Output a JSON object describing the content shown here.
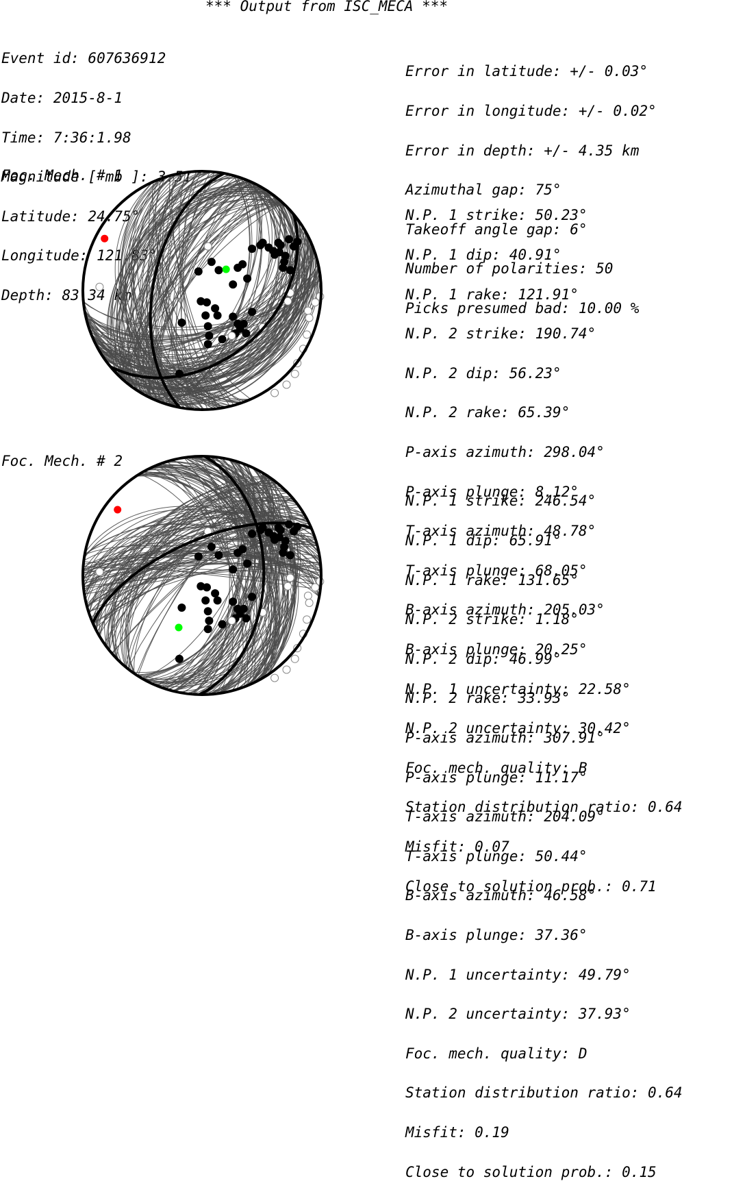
{
  "title": "*** Output from ISC_MECA ***",
  "event_left": [
    "Event id: 607636912",
    "Date: 2015-8-1",
    "Time: 7:36:1.98",
    "Magnitude [ mb ]: 3.51",
    "Latitude: 24.75°",
    "Longitude: 121.83°",
    "Depth: 83.34 km"
  ],
  "event_right": [
    "Error in latitude: +/- 0.03°",
    "Error in longitude: +/- 0.02°",
    "Error in depth: +/- 4.35 km",
    "Azimuthal gap: 75°",
    "Takeoff angle gap: 6°",
    "Number of polarities: 50",
    "Picks presumed bad: 10.00 %"
  ],
  "colors": {
    "fault_lines": "#4a4a4a",
    "outline": "#000000",
    "compression": "#000000",
    "dilatation": "#ffffff",
    "p_axis_marker": "#ff0000",
    "t_axis_marker": "#00ff00"
  },
  "mechanisms": [
    {
      "label": "Foc. Mech. # 1",
      "np1": {
        "strike": 50.23,
        "dip": 40.91
      },
      "np2": {
        "strike": 190.74,
        "dip": 56.23
      },
      "p_axis": {
        "azimuth": 298.04,
        "plunge": 8.12
      },
      "t_axis": {
        "azimuth": 48.78,
        "plunge": 68.05
      },
      "params": [
        "N.P. 1 strike: 50.23°",
        "N.P. 1 dip: 40.91°",
        "N.P. 1 rake: 121.91°",
        "N.P. 2 strike: 190.74°",
        "N.P. 2 dip: 56.23°",
        "N.P. 2 rake: 65.39°",
        "P-axis azimuth: 298.04°",
        "P-axis plunge: 8.12°",
        "T-axis azimuth: 48.78°",
        "T-axis plunge: 68.05°",
        "B-axis azimuth: 205.03°",
        "B-axis plunge: 20.25°",
        "N.P. 1 uncertainty: 22.58°",
        "N.P. 2 uncertainty: 30.42°",
        "Foc. mech. quality: B",
        "Station distribution ratio: 0.64",
        "Misfit: 0.07",
        "Close to solution prob.: 0.71"
      ]
    },
    {
      "label": "Foc. Mech. # 2",
      "np1": {
        "strike": 246.54,
        "dip": 65.91
      },
      "np2": {
        "strike": 1.18,
        "dip": 46.99
      },
      "p_axis": {
        "azimuth": 307.91,
        "plunge": 11.17
      },
      "t_axis": {
        "azimuth": 204.09,
        "plunge": 50.44
      },
      "params": [
        "N.P. 1 strike: 246.54°",
        "N.P. 1 dip: 65.91°",
        "N.P. 1 rake: 131.65°",
        "N.P. 2 strike: 1.18°",
        "N.P. 2 dip: 46.99°",
        "N.P. 2 rake: 33.93°",
        "P-axis azimuth: 307.91°",
        "P-axis plunge: 11.17°",
        "T-axis azimuth: 204.09°",
        "T-axis plunge: 50.44°",
        "B-axis azimuth: 46.58°",
        "B-axis plunge: 37.36°",
        "N.P. 1 uncertainty: 49.79°",
        "N.P. 2 uncertainty: 37.93°",
        "Foc. mech. quality: D",
        "Station distribution ratio: 0.64",
        "Misfit: 0.19",
        "Close to solution prob.: 0.15"
      ]
    }
  ],
  "stations": {
    "compressions": [
      [
        -0.03,
        0.16
      ],
      [
        0.08,
        0.24
      ],
      [
        0.14,
        0.17
      ],
      [
        0.26,
        0.05
      ],
      [
        0.3,
        0.19
      ],
      [
        0.34,
        0.22
      ],
      [
        0.38,
        0.1
      ],
      [
        0.42,
        0.35
      ],
      [
        0.49,
        0.38
      ],
      [
        0.51,
        0.4
      ],
      [
        0.56,
        0.36
      ],
      [
        0.6,
        0.33
      ],
      [
        0.66,
        0.38
      ],
      [
        0.65,
        0.32
      ],
      [
        0.64,
        0.4
      ],
      [
        0.61,
        0.3
      ],
      [
        0.69,
        0.24
      ],
      [
        0.77,
        0.37
      ],
      [
        0.8,
        0.41
      ],
      [
        0.74,
        0.17
      ],
      [
        0.7,
        0.29
      ],
      [
        0.73,
        0.43
      ],
      [
        0.68,
        0.19
      ],
      [
        -0.01,
        -0.09
      ],
      [
        0.04,
        -0.1
      ],
      [
        0.03,
        -0.21
      ],
      [
        0.26,
        -0.22
      ],
      [
        0.13,
        -0.21
      ],
      [
        0.3,
        -0.28
      ],
      [
        0.32,
        -0.32
      ],
      [
        0.28,
        -0.36
      ],
      [
        0.37,
        -0.36
      ],
      [
        0.35,
        -0.28
      ],
      [
        -0.17,
        -0.27
      ],
      [
        0.05,
        -0.3
      ],
      [
        0.06,
        -0.38
      ],
      [
        0.05,
        -0.45
      ],
      [
        0.17,
        -0.41
      ],
      [
        0.42,
        -0.18
      ],
      [
        0.11,
        -0.15
      ],
      [
        -0.19,
        -0.7
      ]
    ],
    "dilatations": [
      [
        -0.86,
        0.03
      ],
      [
        0.05,
        0.37
      ],
      [
        0.25,
        -0.38
      ],
      [
        0.51,
        -0.31
      ],
      [
        0.72,
        -0.09
      ],
      [
        0.74,
        -0.02
      ],
      [
        0.89,
        -0.17
      ],
      [
        0.9,
        -0.23
      ],
      [
        0.8,
        -0.61
      ],
      [
        0.78,
        -0.7
      ],
      [
        0.61,
        -0.86
      ],
      [
        0.71,
        -0.79
      ],
      [
        0.99,
        -0.05
      ],
      [
        0.95,
        -0.1
      ],
      [
        0.88,
        -0.37
      ],
      [
        0.85,
        -0.49
      ]
    ]
  }
}
